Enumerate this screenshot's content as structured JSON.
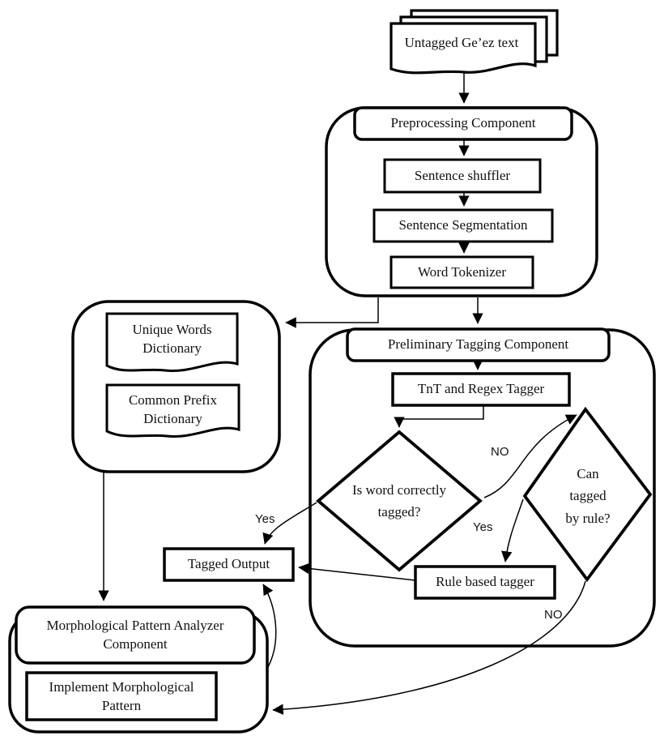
{
  "diagram_title": "Ge'ez POS tagging system architecture flowchart",
  "colors": {
    "stroke": "#000000",
    "background": "#ffffff",
    "text": "#111111"
  },
  "nodes": {
    "untagged_text": "Untagged Ge’ez text",
    "preprocessing_title": "Preprocessing Component",
    "sentence_shuffler": "Sentence shuffler",
    "sentence_segmentation": "Sentence Segmentation",
    "word_tokenizer": "Word Tokenizer",
    "unique_words_dictionary": "Unique Words Dictionary",
    "common_prefix_dictionary": "Common Prefix Dictionary",
    "preliminary_title": "Preliminary Tagging Component",
    "tnt_regex_tagger": "TnT and Regex Tagger",
    "is_word_correctly_tagged": "Is word correctly tagged?",
    "can_tagged_by_rule": "Can tagged by rule?",
    "rule_based_tagger": "Rule based tagger",
    "tagged_output": "Tagged Output",
    "morphological_title": "Morphological Pattern Analyzer Component",
    "implement_morphological_pattern": "Implement Morphological Pattern"
  },
  "edge_labels": {
    "decision1_yes": "Yes",
    "decision1_no": "NO",
    "decision2_yes": "Yes",
    "decision2_no": "NO"
  }
}
